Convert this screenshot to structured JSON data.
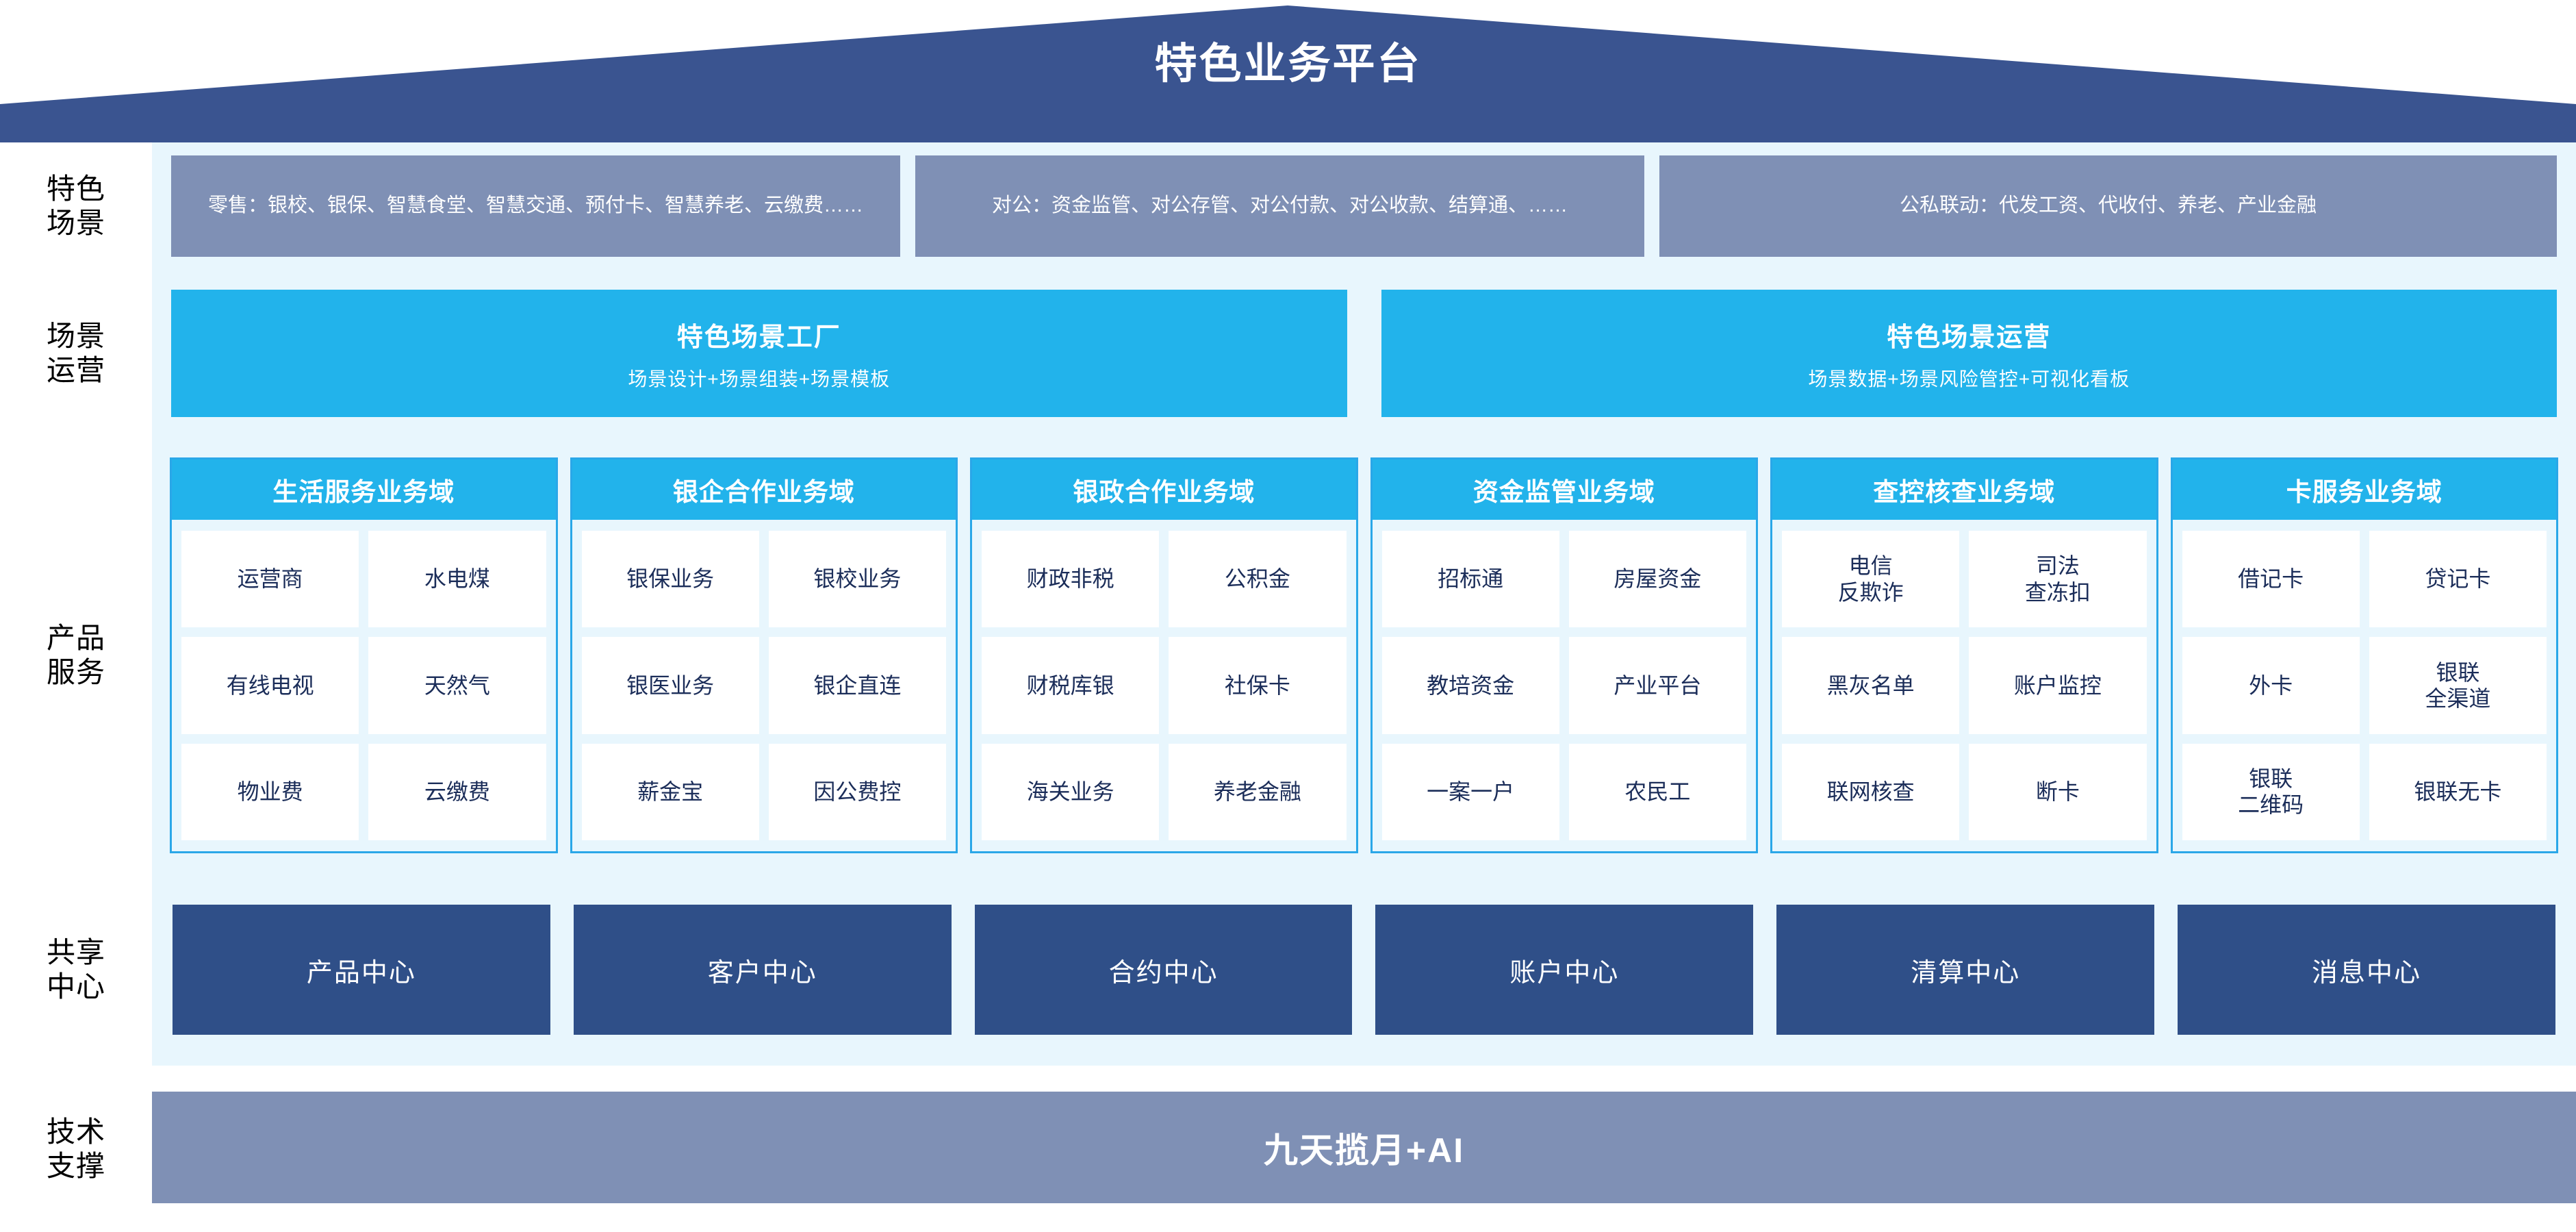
{
  "banner": {
    "title": "特色业务平台",
    "fill": "#3a5490"
  },
  "colors": {
    "banner_navy": "#3a5490",
    "scene_slate": "#7f90b5",
    "panel_bg": "#e8f6fd",
    "accent_cyan": "#22b3eb",
    "center_navy": "#2f4f88",
    "cell_text": "#1b2d59"
  },
  "rows": {
    "scenes": {
      "label": "特色\n场景",
      "boxes": [
        {
          "text": "零售：银校、银保、智慧食堂、智慧交通、预付卡、智慧养老、云缴费……"
        },
        {
          "text": "对公：资金监管、对公存管、对公付款、对公收款、结算通、……"
        },
        {
          "text": "公私联动：代发工资、代收付、养老、产业金融"
        }
      ]
    },
    "operations": {
      "label": "场景\n运营",
      "boxes": [
        {
          "title": "特色场景工厂",
          "subtitle": "场景设计+场景组装+场景模板"
        },
        {
          "title": "特色场景运营",
          "subtitle": "场景数据+场景风险管控+可视化看板"
        }
      ]
    },
    "products": {
      "label": "产品\n服务",
      "domains": [
        {
          "title": "生活服务业务域",
          "cells": [
            "运营商",
            "水电煤",
            "有线电视",
            "天然气",
            "物业费",
            "云缴费"
          ]
        },
        {
          "title": "银企合作业务域",
          "cells": [
            "银保业务",
            "银校业务",
            "银医业务",
            "银企直连",
            "薪金宝",
            "因公费控"
          ]
        },
        {
          "title": "银政合作业务域",
          "cells": [
            "财政非税",
            "公积金",
            "财税库银",
            "社保卡",
            "海关业务",
            "养老金融"
          ]
        },
        {
          "title": "资金监管业务域",
          "cells": [
            "招标通",
            "房屋资金",
            "教培资金",
            "产业平台",
            "一案一户",
            "农民工"
          ]
        },
        {
          "title": "查控核查业务域",
          "cells": [
            "电信\n反欺诈",
            "司法\n查冻扣",
            "黑灰名单",
            "账户监控",
            "联网核查",
            "断卡"
          ]
        },
        {
          "title": "卡服务业务域",
          "cells": [
            "借记卡",
            "贷记卡",
            "外卡",
            "银联\n全渠道",
            "银联\n二维码",
            "银联无卡"
          ]
        }
      ]
    },
    "shared": {
      "label": "共享\n中心",
      "centers": [
        "产品中心",
        "客户中心",
        "合约中心",
        "账户中心",
        "清算中心",
        "消息中心"
      ]
    },
    "tech": {
      "label": "技术\n支撑",
      "bar_text": "九天揽月+AI"
    }
  }
}
